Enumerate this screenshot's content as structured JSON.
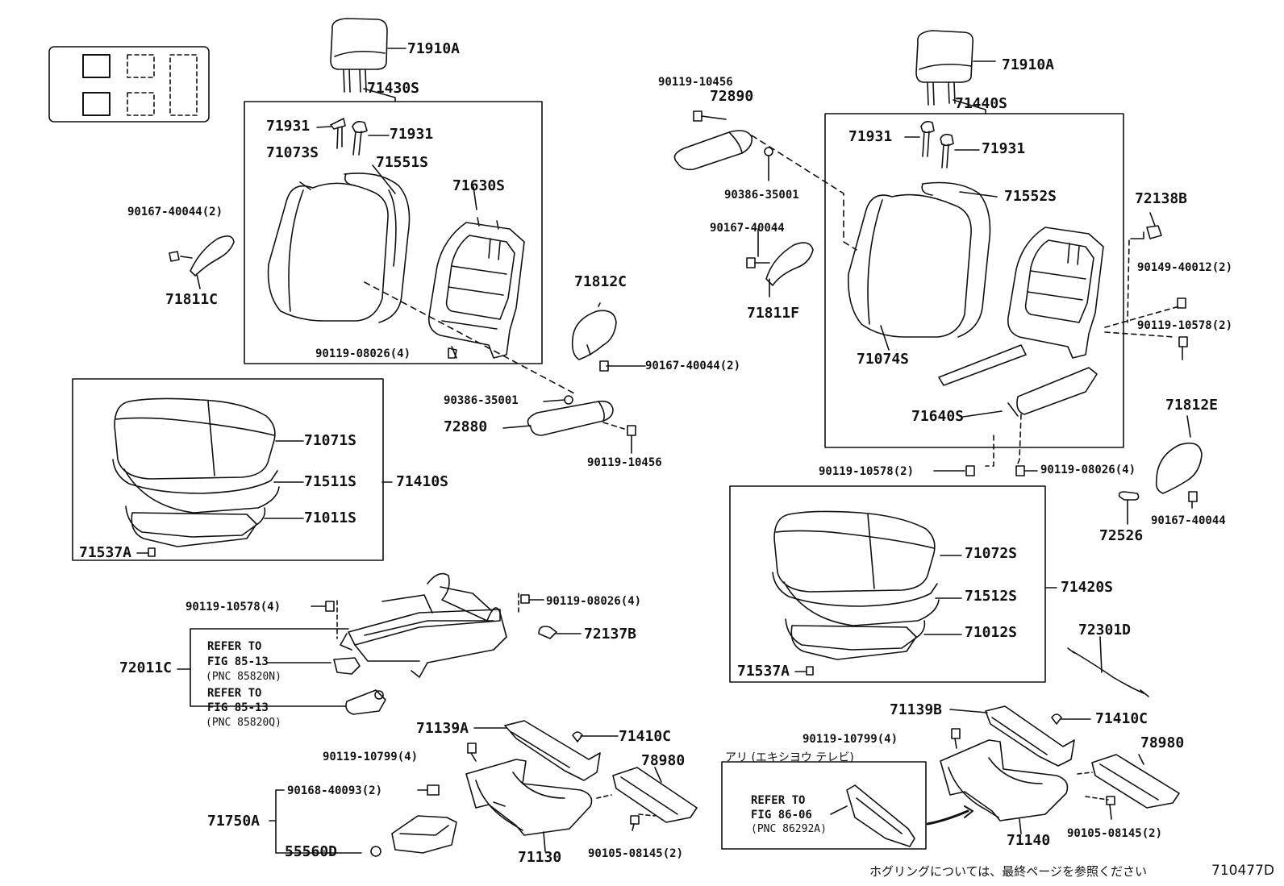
{
  "legend": {
    "name": "seat-configuration-legend"
  },
  "parts": {
    "p71910A_l": "71910A",
    "p71430S": "71430S",
    "p71931_a": "71931",
    "p71931_b": "71931",
    "p71073S": "71073S",
    "p71551S": "71551S",
    "p71630S": "71630S",
    "p90167_40044_2a": "90167-40044(2)",
    "p71811C": "71811C",
    "p90119_08026_4a": "90119-08026(4)",
    "p71812C": "71812C",
    "p90167_40044_2b": "90167-40044(2)",
    "p90386_35001a": "90386-35001",
    "p72880": "72880",
    "p90119_10456a": "90119-10456",
    "p71071S": "71071S",
    "p71511S": "71511S",
    "p71011S": "71011S",
    "p71410S": "71410S",
    "p71537A_l": "71537A",
    "p90119_10578_4": "90119-10578(4)",
    "p90119_08026_4b": "90119-08026(4)",
    "p72137B": "72137B",
    "p72011C": "72011C",
    "p71139A": "71139A",
    "p71410C_l": "71410C",
    "p90119_10799_4a": "90119-10799(4)",
    "p78980_l": "78980",
    "p90168_40093_2": "90168-40093(2)",
    "p71750A": "71750A",
    "p55560D": "55560D",
    "p71130": "71130",
    "p90105_08145_2a": "90105-08145(2)",
    "p90119_10456b": "90119-10456",
    "p72890": "72890",
    "p90386_35001b": "90386-35001",
    "p90167_40044a": "90167-40044",
    "p71811F": "71811F",
    "p71910A_r": "71910A",
    "p71440S": "71440S",
    "p71931_c": "71931",
    "p71931_d": "71931",
    "p71552S": "71552S",
    "p72138B": "72138B",
    "p90149_40012_2": "90149-40012(2)",
    "p90119_10578_2a": "90119-10578(2)",
    "p71074S": "71074S",
    "p71640S": "71640S",
    "p71812E": "71812E",
    "p90119_10578_2b": "90119-10578(2)",
    "p90119_08026_4c": "90119-08026(4)",
    "p72526": "72526",
    "p90167_40044b": "90167-40044",
    "p71072S": "71072S",
    "p71512S": "71512S",
    "p71012S": "71012S",
    "p71420S": "71420S",
    "p71537A_r": "71537A",
    "p72301D": "72301D",
    "p71139B": "71139B",
    "p71410C_r": "71410C",
    "p90119_10799_4b": "90119-10799(4)",
    "p78980_r": "78980",
    "p71140": "71140",
    "p90105_08145_2b": "90105-08145(2)"
  },
  "refs": {
    "r1_line1": "REFER TO",
    "r1_line2": "FIG 85-13",
    "r1_line3": "(PNC 85820N)",
    "r2_line1": "REFER TO",
    "r2_line2": "FIG 85-13",
    "r2_line3": "(PNC 85820Q)",
    "r3_line1": "REFER TO",
    "r3_line2": "FIG 86-06",
    "r3_line3": "(PNC 86292A)"
  },
  "inset_caption": "アリ (エキシヨウ テレビ)",
  "footer_note": "ホグリングについては、最終ページを参照ください",
  "figure_code": "710477D"
}
